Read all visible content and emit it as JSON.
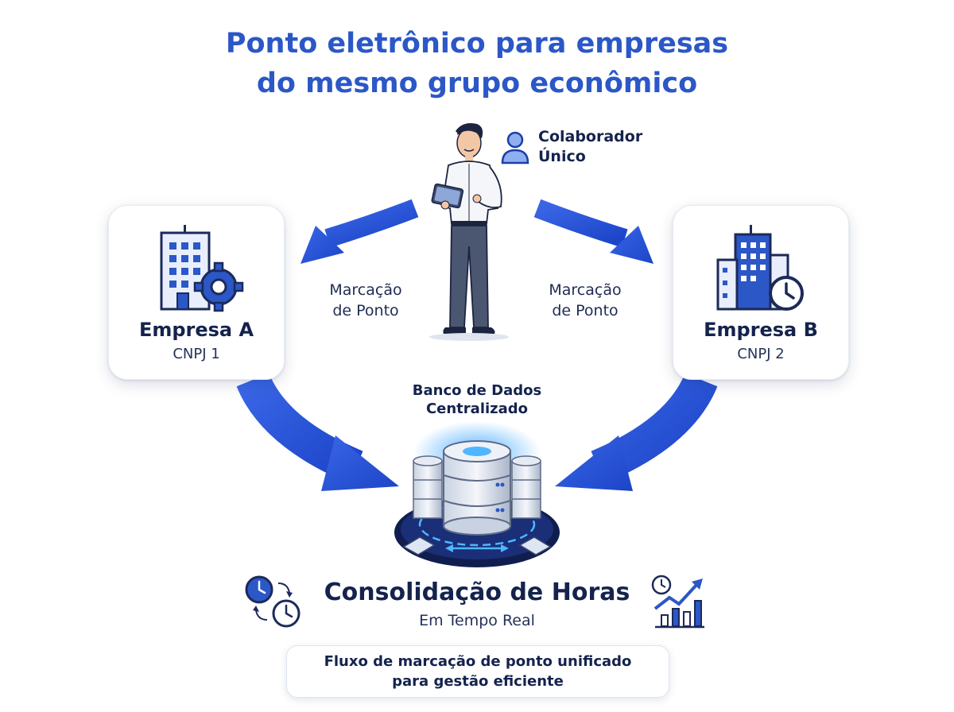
{
  "title": {
    "line1": "Ponto eletrônico para empresas",
    "line2": "do mesmo grupo econômico"
  },
  "employee": {
    "label_line1": "Colaborador",
    "label_line2": "Único"
  },
  "arrows": {
    "left_line1": "Marcação",
    "left_line2": "de Ponto",
    "right_line1": "Marcação",
    "right_line2": "de Ponto"
  },
  "company_a": {
    "name": "Empresa A",
    "id": "CNPJ 1"
  },
  "company_b": {
    "name": "Empresa B",
    "id": "CNPJ 2"
  },
  "database": {
    "label_line1": "Banco de Dados",
    "label_line2": "Centralizado"
  },
  "consolidation": {
    "title": "Consolidação de Horas",
    "subtitle": "Em Tempo Real"
  },
  "footer": {
    "line1": "Fluxo de marcação de ponto unificado",
    "line2": "para gestão eficiente"
  },
  "colors": {
    "accent": "#2b57c7",
    "dark_text": "#14234d",
    "arrow_blue": "#2450d6",
    "glow": "#3fa8ff"
  },
  "icons": [
    "user-icon",
    "building-gear-icon",
    "building-clock-icon",
    "database-server-icon",
    "clock-sync-icon",
    "growth-chart-icon",
    "person-illustration"
  ]
}
